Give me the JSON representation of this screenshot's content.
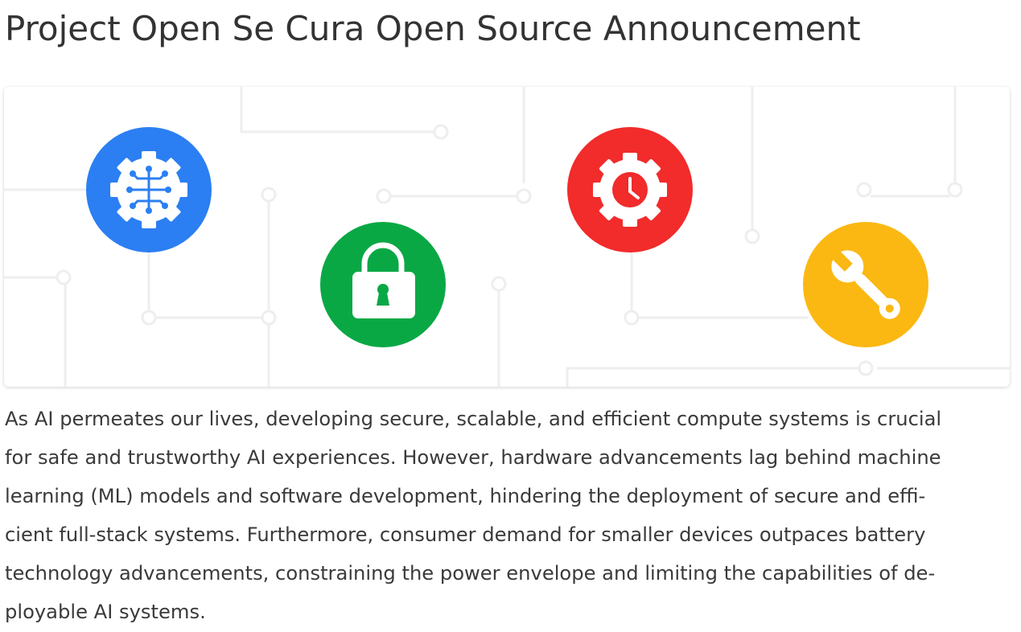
{
  "article": {
    "title": "Project Open Se Cura Open Source Announcement",
    "body_lines": [
      "As AI permeates our lives, developing secure, scalable, and efficient compute systems is crucial",
      "for safe and trustworthy AI experiences. However, hardware advancements lag behind machine",
      "learning (ML) models and software development, hindering the deployment of secure and effi-",
      "cient full-stack systems. Furthermore, consumer demand for smaller devices outpaces battery",
      "technology advancements, constraining the power envelope and limiting the capabilities of de-",
      "ployable AI systems."
    ]
  },
  "hero": {
    "icons": [
      {
        "name": "gear-neural-icon",
        "color": "#2b7ff2"
      },
      {
        "name": "lock-icon",
        "color": "#0aa845"
      },
      {
        "name": "gear-clock-icon",
        "color": "#f22b2b"
      },
      {
        "name": "wrench-icon",
        "color": "#fbb812"
      }
    ],
    "circuit_color": "#eeeeee"
  }
}
